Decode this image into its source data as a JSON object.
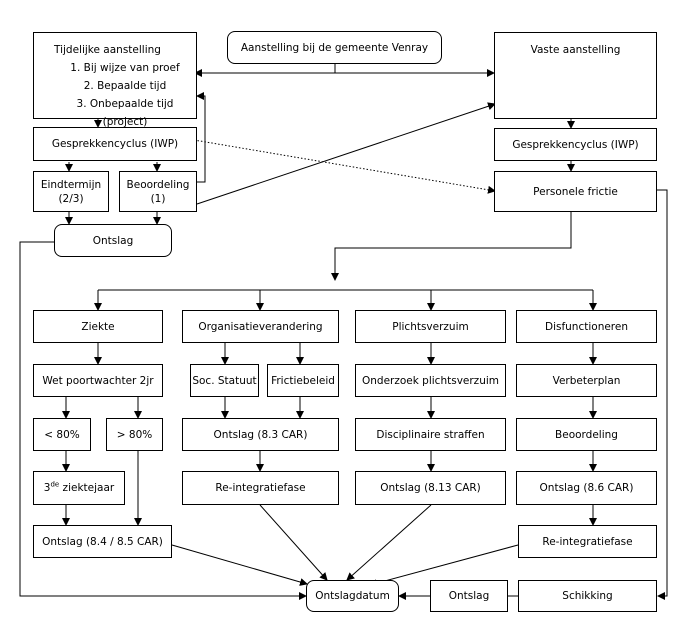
{
  "diagram": {
    "aanstelling": "Aanstelling bij de gemeente Venray",
    "tijdelijk": {
      "title": "Tijdelijke aanstelling",
      "items": [
        "1. Bij wijze van proef",
        "2. Bepaalde tijd",
        "3. Onbepaalde tijd (project)"
      ]
    },
    "vaste": "Vaste aanstelling",
    "gesprek_left": "Gesprekkencyclus (IWP)",
    "gesprek_right": "Gesprekkencyclus (IWP)",
    "eindtermijn": {
      "line1": "Eindtermijn",
      "line2": "(2/3)"
    },
    "beoordeling_top": {
      "line1": "Beoordeling",
      "line2": "(1)"
    },
    "ontslag_top": "Ontslag",
    "personele_frictie": "Personele frictie",
    "ziekte": "Ziekte",
    "organisatie": "Organisatieverandering",
    "plichtsverzuim": "Plichtsverzuim",
    "disfunctioneren": "Disfunctioneren",
    "wet_poortwachter": "Wet poortwachter 2jr",
    "soc_statuut": "Soc. Statuut",
    "frictiebeleid": "Frictiebeleid",
    "onderzoek": "Onderzoek plichtsverzuim",
    "verbeterplan": "Verbeterplan",
    "lt80": "< 80%",
    "gt80": "> 80%",
    "ontslag_83": "Ontslag (8.3 CAR)",
    "disciplinaire": "Disciplinaire straffen",
    "beoordeling_low": "Beoordeling",
    "ziektejaar": {
      "sup": "de",
      "prefix": "3",
      "rest": " ziektejaar"
    },
    "reintegratie_left": "Re-integratiefase",
    "ontslag_813": "Ontslag (8.13 CAR)",
    "ontslag_86": "Ontslag (8.6 CAR)",
    "ontslag_84": "Ontslag (8.4 / 8.5 CAR)",
    "reintegratie_right": "Re-integratiefase",
    "ontslagdatum": "Ontslagdatum",
    "ontslag_bottom": "Ontslag",
    "schikking": "Schikking"
  }
}
